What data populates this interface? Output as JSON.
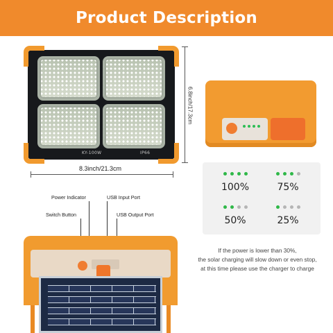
{
  "banner": {
    "title": "Product Description",
    "color": "#f08a2c"
  },
  "lamp": {
    "brand_label": "KY-100W",
    "ip_label": "IP66"
  },
  "dimensions": {
    "width": "8.3inch/21.3cm",
    "height": "6.8inch/17.3cm"
  },
  "battery": {
    "levels": [
      {
        "label": "100%",
        "on": 4
      },
      {
        "label": "75%",
        "on": 3
      },
      {
        "label": "50%",
        "on": 2
      },
      {
        "label": "25%",
        "on": 1
      }
    ]
  },
  "note": {
    "line1": "If the power is lower than 30%,",
    "line2": "the solar charging will slow down or even stop,",
    "line3": "at this time please use the charger to charge"
  },
  "callouts": {
    "power_indicator": "Power Indicator",
    "usb_input": "USB Input Port",
    "switch_button": "Switch Button",
    "usb_output": "USB Output Port"
  }
}
